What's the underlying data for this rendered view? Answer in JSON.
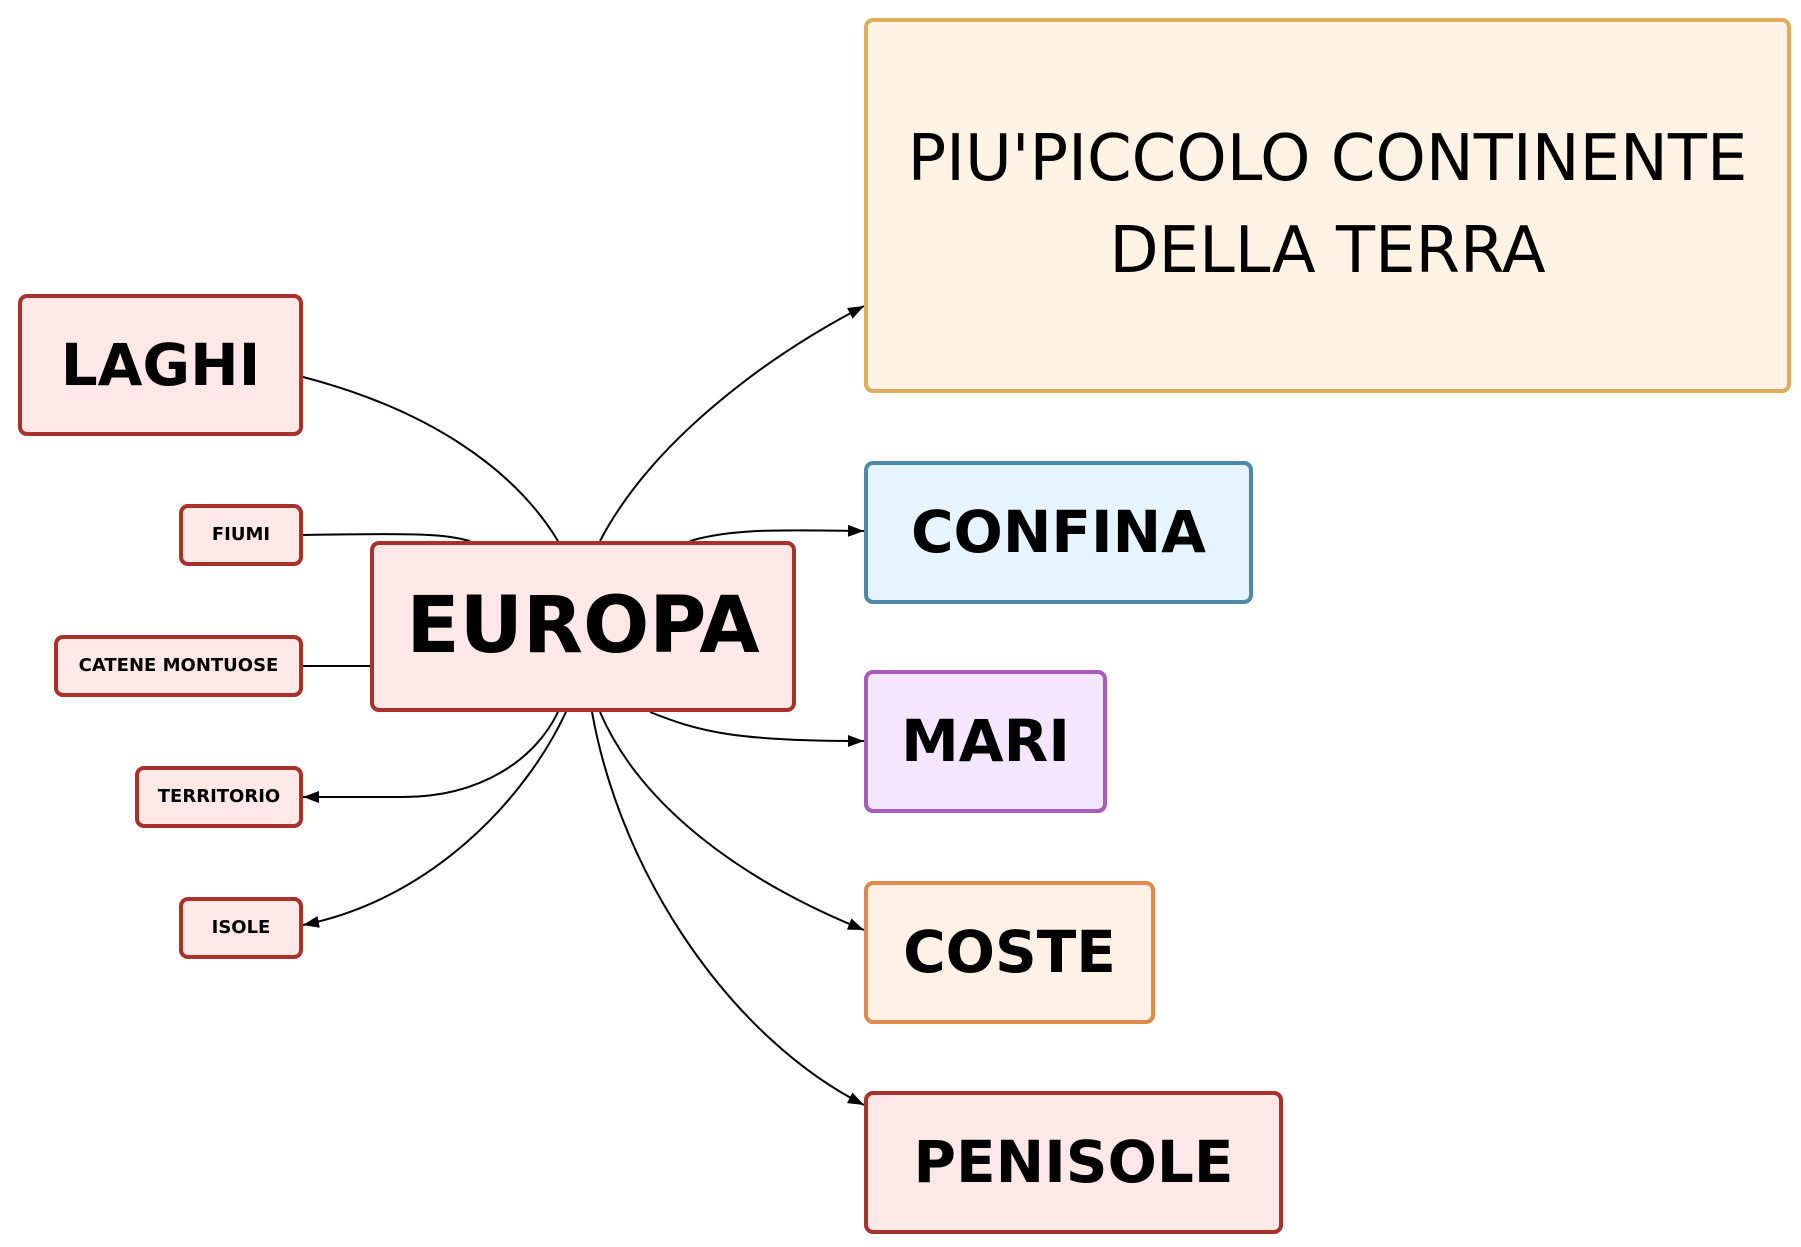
{
  "diagram": {
    "center": {
      "label": "EUROPA"
    },
    "left_nodes": {
      "laghi": "LAGHI",
      "fiumi": "FIUMI",
      "catene_montuose": "CATENE MONTUOSE",
      "territorio": "TERRITORIO",
      "isole": "ISOLE"
    },
    "right_nodes": {
      "piu_piccolo": {
        "line1": "PIU'PICCOLO CONTINENTE",
        "line2": "DELLA TERRA"
      },
      "confina": "CONFINA",
      "mari": "MARI",
      "coste": "COSTE",
      "penisole": "PENISOLE"
    },
    "colors": {
      "red_fill": "#fde8e7",
      "red_border": "#a8322a",
      "peach_fill": "#fff3e6",
      "peach_border": "#e0ad5d",
      "blue_fill": "#e5f4ff",
      "blue_border": "#4f88a8",
      "purple_fill": "#f4e6ff",
      "purple_border": "#a65bbd",
      "orange_fill": "#fff1e5",
      "orange_border": "#e18a4a",
      "connector": "#000000"
    }
  }
}
